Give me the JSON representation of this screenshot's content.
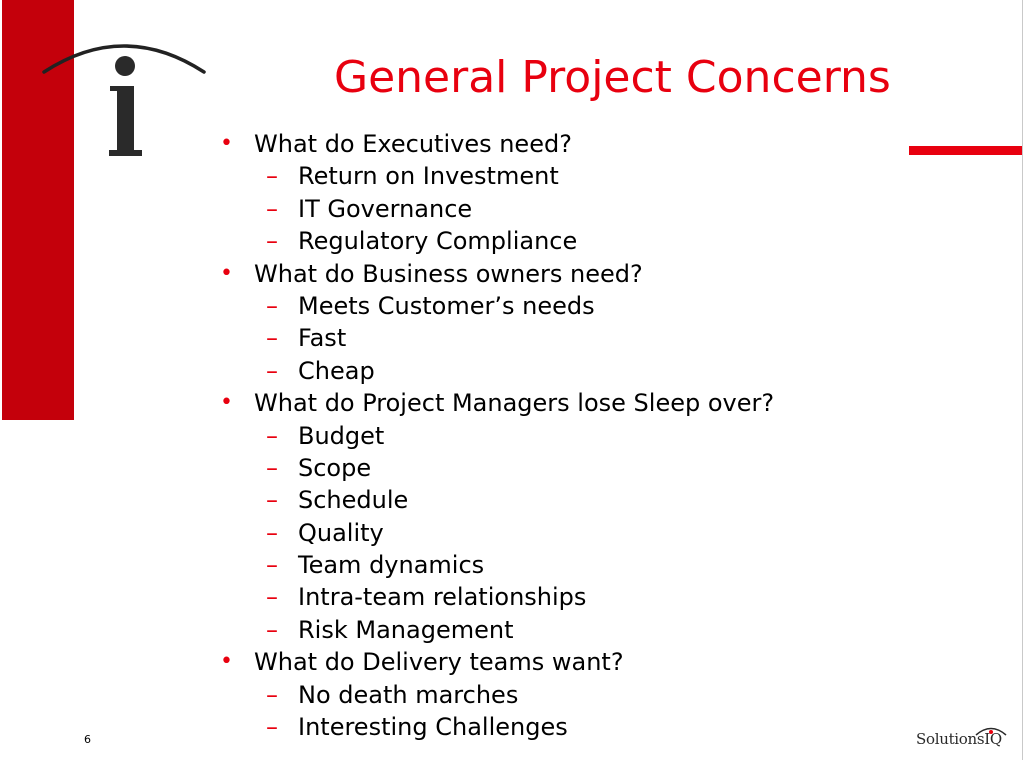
{
  "slide": {
    "title": "General Project Concerns",
    "page_number": "6",
    "brand": "SolutionsIQ",
    "colors": {
      "accent": "#e8000f",
      "bar": "#c4000b"
    }
  },
  "bullets": [
    {
      "level": 1,
      "text": "What do Executives need?"
    },
    {
      "level": 2,
      "text": "Return on Investment"
    },
    {
      "level": 2,
      "text": "IT Governance"
    },
    {
      "level": 2,
      "text": "Regulatory Compliance"
    },
    {
      "level": 1,
      "text": "What do Business owners need?"
    },
    {
      "level": 2,
      "text": "Meets Customer’s needs"
    },
    {
      "level": 2,
      "text": "Fast"
    },
    {
      "level": 2,
      "text": "Cheap"
    },
    {
      "level": 1,
      "text": "What do Project Managers lose Sleep over?"
    },
    {
      "level": 2,
      "text": "Budget"
    },
    {
      "level": 2,
      "text": "Scope"
    },
    {
      "level": 2,
      "text": "Schedule"
    },
    {
      "level": 2,
      "text": "Quality"
    },
    {
      "level": 2,
      "text": "Team dynamics"
    },
    {
      "level": 2,
      "text": "Intra-team relationships"
    },
    {
      "level": 2,
      "text": "Risk Management"
    },
    {
      "level": 1,
      "text": "What do Delivery teams want?"
    },
    {
      "level": 2,
      "text": "No death marches"
    },
    {
      "level": 2,
      "text": "Interesting Challenges"
    }
  ]
}
